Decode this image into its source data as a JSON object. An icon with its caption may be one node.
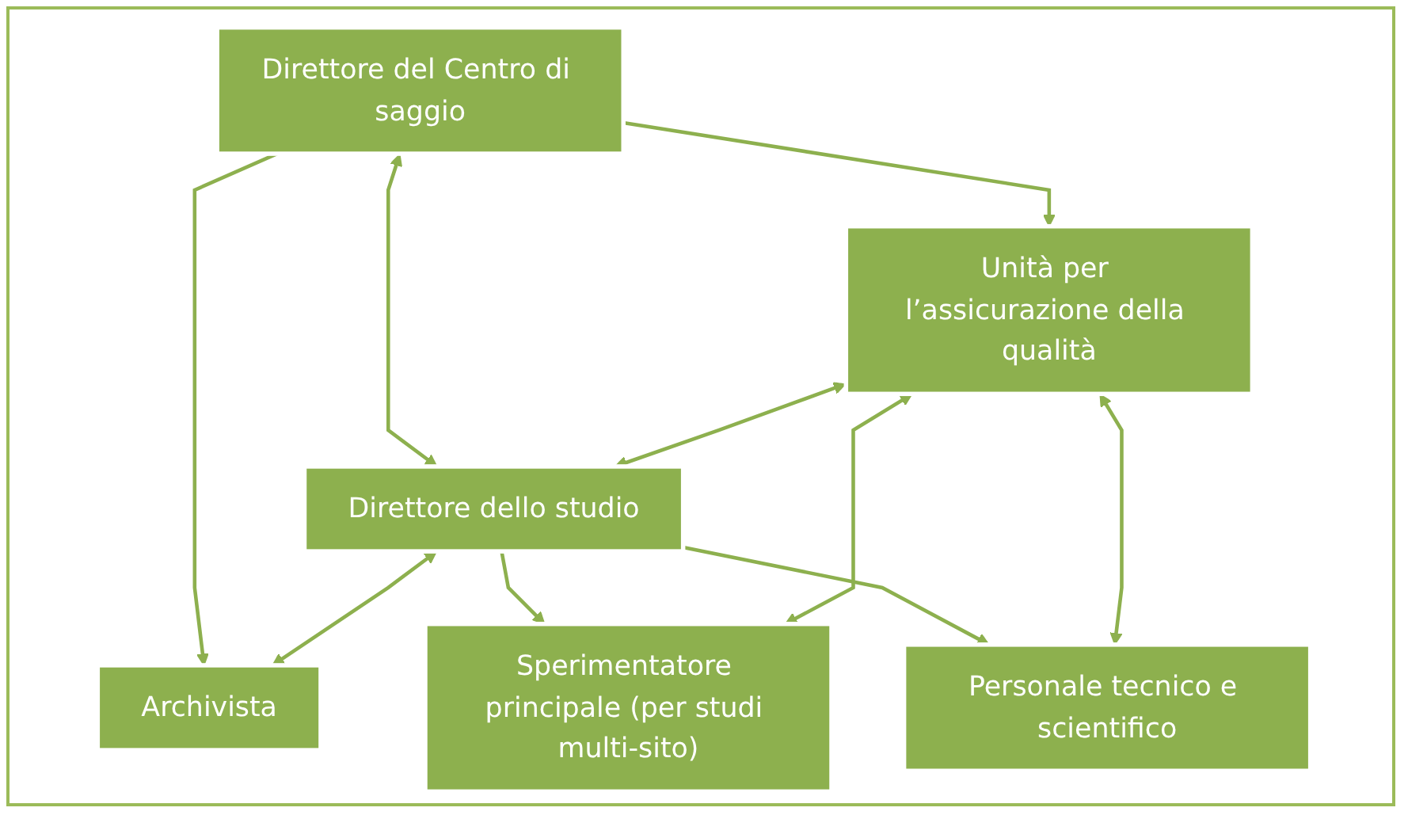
{
  "diagram": {
    "nodes": [
      {
        "text": [
          "Direttore del Centro di saggio"
        ]
      },
      {
        "text": [
          "Unità per l’assicurazione della qualità"
        ]
      },
      {
        "text": [
          "Direttore dello studio"
        ]
      },
      {
        "text": [
          "Archivista"
        ]
      },
      {
        "text": [
          "Sperimentatore principale (per studi multi-sito)"
        ]
      },
      {
        "text": [
          "Personale tecnico e scientifico"
        ]
      }
    ],
    "edges": [
      {
        "from": 0,
        "to": 2,
        "arrow": "both"
      },
      {
        "from": 0,
        "to": 1,
        "arrow": "to"
      },
      {
        "from": 0,
        "to": 3,
        "arrow": "to"
      },
      {
        "from": 1,
        "to": 2,
        "arrow": "both"
      },
      {
        "from": 2,
        "to": 3,
        "arrow": "both"
      },
      {
        "from": 2,
        "to": 4,
        "arrow": "to"
      },
      {
        "from": 2,
        "to": 5,
        "arrow": "to"
      },
      {
        "from": 1,
        "to": 4,
        "arrow": "both"
      },
      {
        "from": 1,
        "to": 5,
        "arrow": "both"
      }
    ]
  }
}
